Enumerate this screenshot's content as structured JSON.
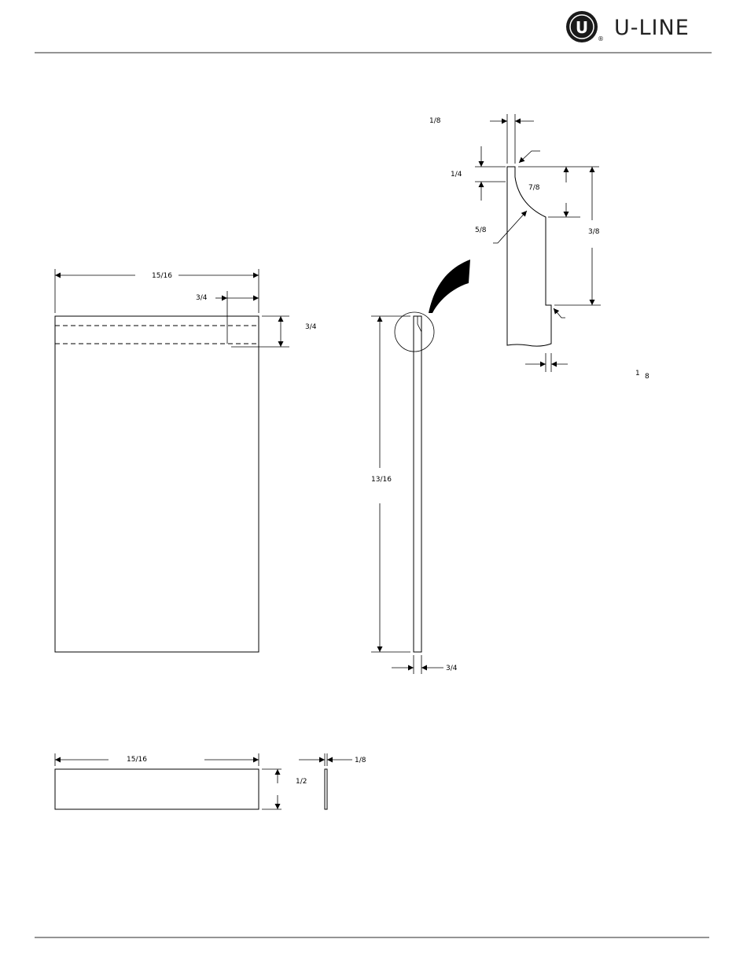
{
  "header": {
    "brand": "U-LINE",
    "logo_letter": "U",
    "registered": "®"
  },
  "panel_front": {
    "width_dim": "15/16",
    "inset_dim": "3/4",
    "band_dim": "3/4"
  },
  "panel_side": {
    "height_dim": "13/16",
    "thickness_dim": "3/4"
  },
  "detail": {
    "top_width_dim": "1/8",
    "top_drop_dim": "1/4",
    "curve_drop_dim": "7/8",
    "radius_dim": "5/8",
    "step_height_dim": "3/8",
    "bottom_width_dim_num": "1",
    "bottom_width_dim_den": "8"
  },
  "strip": {
    "width_dim": "15/16",
    "height_dim": "1/2",
    "thickness_dim": "1/8"
  }
}
